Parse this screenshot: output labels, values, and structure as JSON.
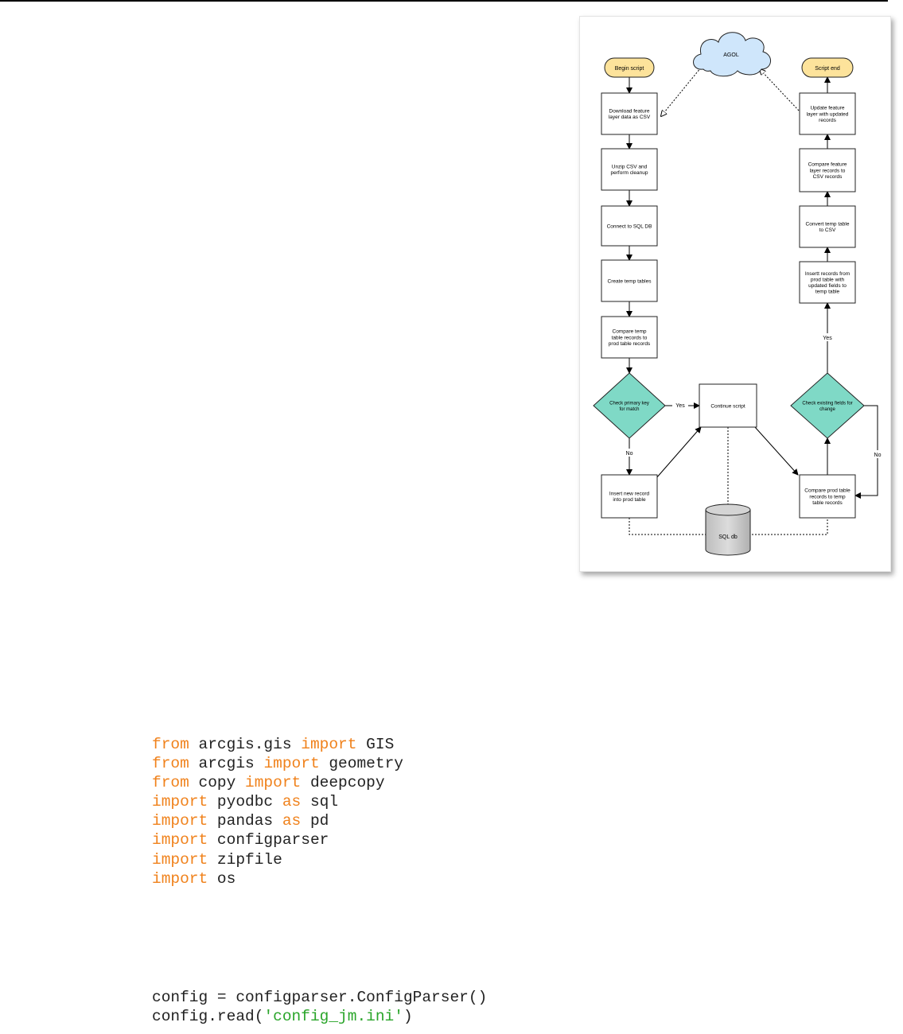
{
  "flowchart": {
    "begin": "Begin script",
    "end": "Script end",
    "cloud": "AGOL",
    "download": [
      "Download feature",
      "layer data as CSV"
    ],
    "unzip": [
      "Unzip CSV and",
      "perform cleanup"
    ],
    "connect": [
      "Connect to SQL DB"
    ],
    "create": [
      "Create temp tables"
    ],
    "compare_temp": [
      "Compare temp",
      "table records to",
      "prod table records"
    ],
    "check_pk": [
      "Check primary key",
      "for match"
    ],
    "continue": [
      "Continue script"
    ],
    "insert_new": [
      "Insert new record",
      "into prod table"
    ],
    "database": "SQL db",
    "compare_prod": [
      "Compare prod table",
      "records to temp",
      "table records"
    ],
    "check_fields": [
      "Check existing fields for",
      "change"
    ],
    "insert_records": [
      "Insertt records from",
      "prod table with",
      "updated fields to",
      "temp table"
    ],
    "convert": [
      "Convert temp table",
      "to CSV"
    ],
    "compare_layer": [
      "Compare feature",
      "layer records to",
      "CSV records"
    ],
    "update": [
      "Update feature",
      "layer with updated",
      "records"
    ],
    "yes": "Yes",
    "no": "No",
    "yes2": "Yes",
    "no2": "No"
  },
  "code_imports": [
    [
      {
        "t": "from",
        "kw": true
      },
      {
        "t": " arcgis.gis "
      },
      {
        "t": "import",
        "kw": true
      },
      {
        "t": " GIS"
      }
    ],
    [
      {
        "t": "from",
        "kw": true
      },
      {
        "t": " arcgis "
      },
      {
        "t": "import",
        "kw": true
      },
      {
        "t": " geometry"
      }
    ],
    [
      {
        "t": "from",
        "kw": true
      },
      {
        "t": " copy "
      },
      {
        "t": "import",
        "kw": true
      },
      {
        "t": " deepcopy"
      }
    ],
    [
      {
        "t": "import",
        "kw": true
      },
      {
        "t": " pyodbc "
      },
      {
        "t": "as",
        "kw": true
      },
      {
        "t": " sql"
      }
    ],
    [
      {
        "t": "import",
        "kw": true
      },
      {
        "t": " pandas "
      },
      {
        "t": "as",
        "kw": true
      },
      {
        "t": " pd"
      }
    ],
    [
      {
        "t": "import",
        "kw": true
      },
      {
        "t": " configparser"
      }
    ],
    [
      {
        "t": "import",
        "kw": true
      },
      {
        "t": " zipfile"
      }
    ],
    [
      {
        "t": "import",
        "kw": true
      },
      {
        "t": " os"
      }
    ]
  ],
  "code_config": [
    [
      {
        "t": "config = configparser.ConfigParser()"
      }
    ],
    [
      {
        "t": "config.read("
      },
      {
        "t": "'config_jm.ini'",
        "str": true
      },
      {
        "t": ")"
      }
    ]
  ]
}
